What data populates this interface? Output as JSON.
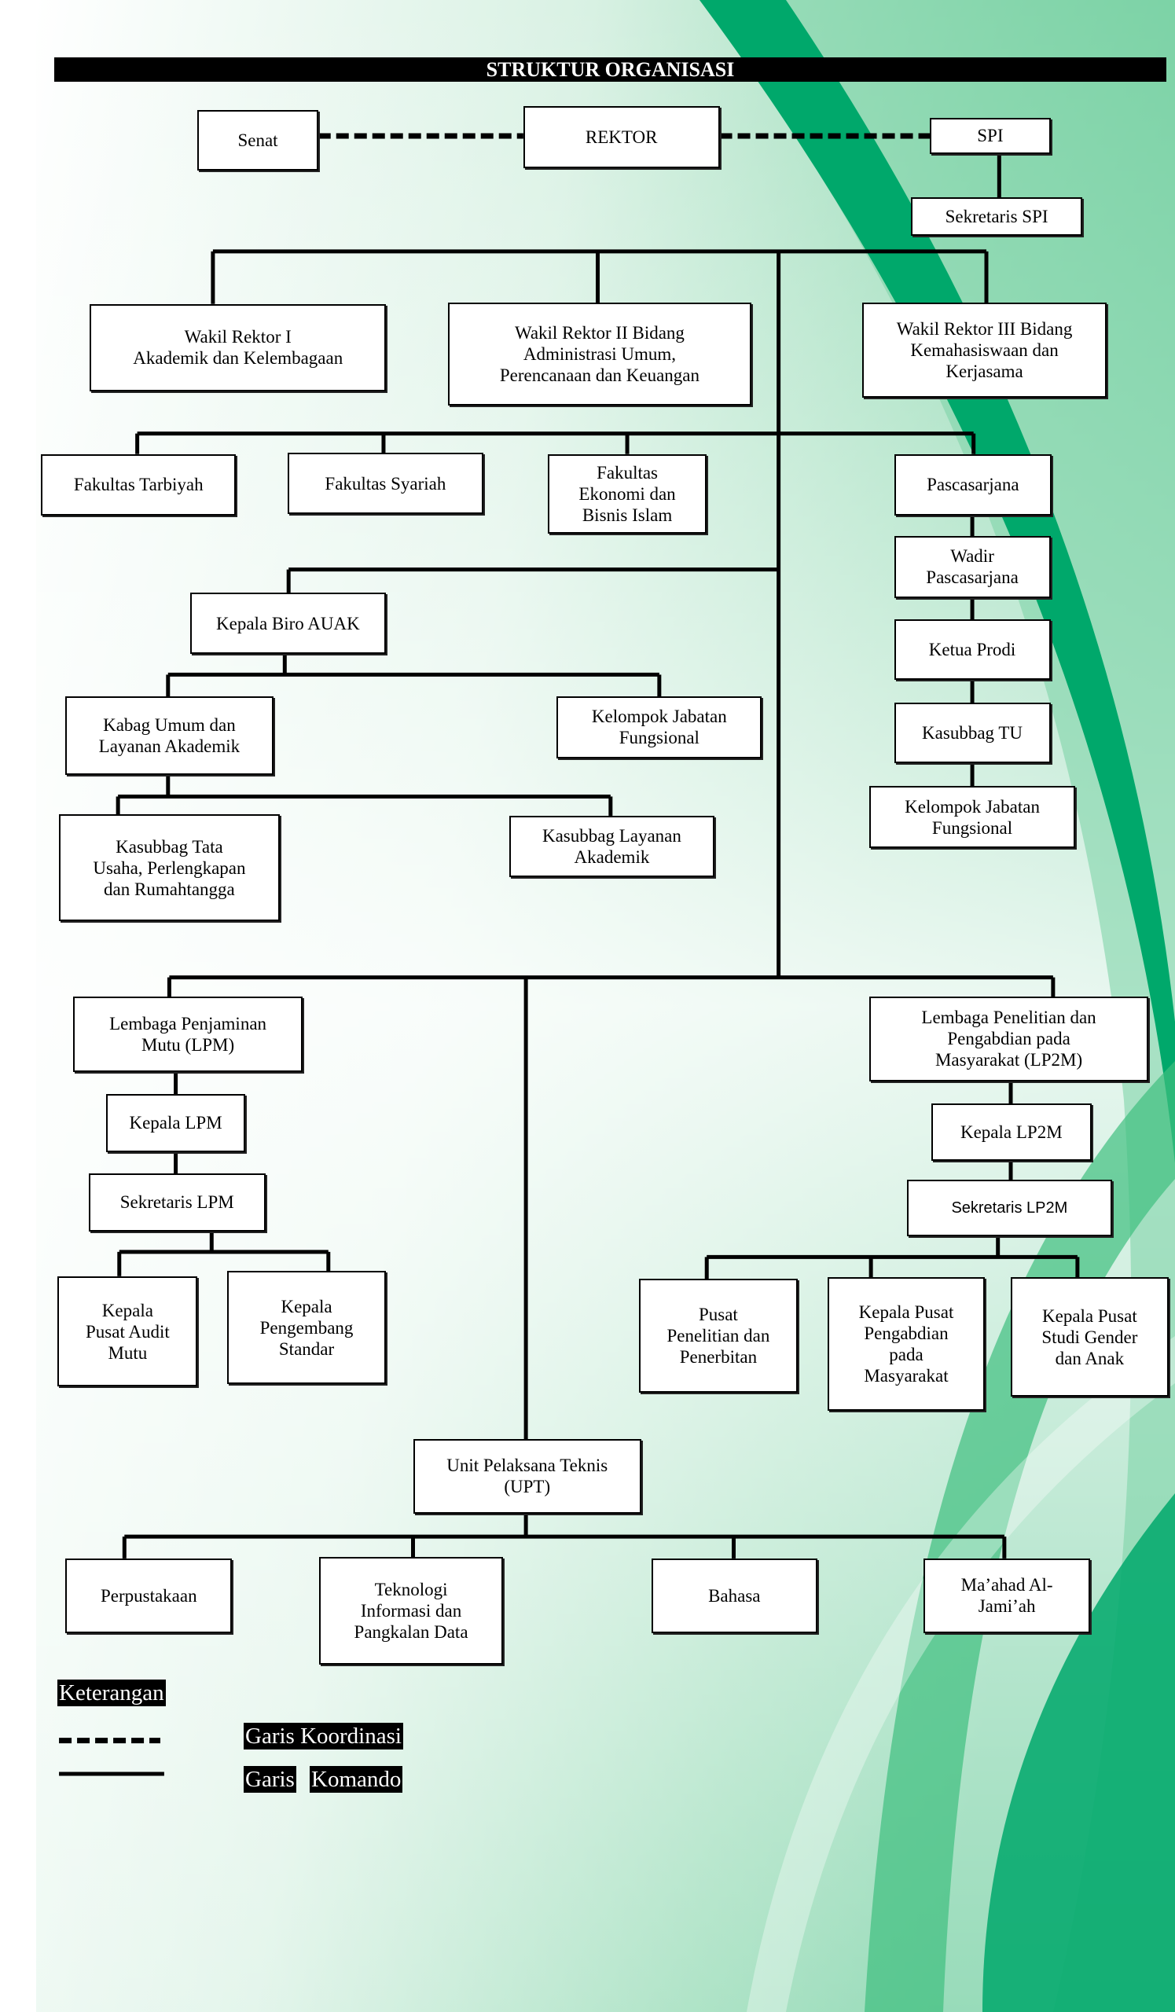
{
  "title": "STRUKTUR ORGANISASI",
  "nodes": {
    "senat": "Senat",
    "rektor": "REKTOR",
    "spi": "SPI",
    "sek_spi": "Sekretaris SPI",
    "wr1": "Wakil Rektor I\nAkademik dan Kelembagaan",
    "wr2": "Wakil Rektor II Bidang\nAdministrasi Umum,\nPerencanaan dan Keuangan",
    "wr3": "Wakil Rektor III Bidang\nKemahasiswaan dan\nKerjasama",
    "fak_tarbiyah": "Fakultas Tarbiyah",
    "fak_syariah": "Fakultas Syariah",
    "febi": "Fakultas\nEkonomi dan\nBisnis Islam",
    "pasca": "Pascasarjana",
    "wadir": "Wadir\nPascasarjana",
    "kaprodi": "Ketua Prodi",
    "kasubbag_tu": "Kasubbag TU",
    "kjf_pasca": "Kelompok Jabatan\nFungsional",
    "biro": "Kepala Biro AUAK",
    "kabag": "Kabag Umum dan\nLayanan Akademik",
    "kjf": "Kelompok Jabatan\nFungsional",
    "kasubbag_tata": "Kasubbag Tata\nUsaha, Perlengkapan\ndan Rumahtangga",
    "kasubbag_layanan": "Kasubbag Layanan\nAkademik",
    "lpm": "Lembaga Penjaminan\nMutu (LPM)",
    "kepala_lpm": "Kepala LPM",
    "sek_lpm": "Sekretaris  LPM",
    "audit": "Kepala\nPusat Audit\nMutu",
    "pengembang": "Kepala\nPengembang\nStandar",
    "lp2m": "Lembaga Penelitian dan\nPengabdian pada\nMasyarakat (LP2M)",
    "kepala_lp2m": "Kepala LP2M",
    "sek_lp2m": "Sekretaris  LP2M",
    "pusat_pen": "Pusat\nPenelitian dan\nPenerbitan",
    "pusat_peng": "Kepala Pusat\nPengabdian\npada\nMasyarakat",
    "gender": "Kepala Pusat\nStudi Gender\ndan Anak",
    "upt": "Unit Pelaksana Teknis\n(UPT)",
    "perpus": "Perpustakaan",
    "ti": "Teknologi\nInformasi dan\nPangkalan Data",
    "bahasa": "Bahasa",
    "mahad": "Ma’ahad Al-\nJami’ah"
  },
  "legend": {
    "title": "Keterangan",
    "dashed_label": "Garis Koordinasi",
    "solid_label_1": "Garis",
    "solid_label_2": "Komando"
  },
  "colors": {
    "dark_green": "#00a86b",
    "light_green": "#7fd4a8",
    "pale": "#e9f7ef"
  }
}
